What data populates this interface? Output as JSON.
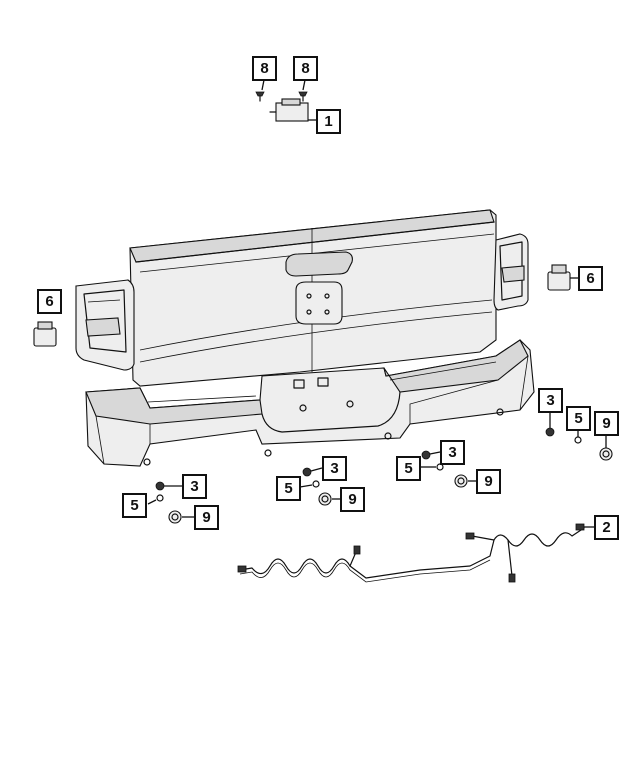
{
  "callouts": {
    "c1": "1",
    "c2": "2",
    "c3a": "3",
    "c3b": "3",
    "c3c": "3",
    "c3d": "3",
    "c5a": "5",
    "c5b": "5",
    "c5c": "5",
    "c5d": "5",
    "c6a": "6",
    "c6b": "6",
    "c8a": "8",
    "c8b": "8",
    "c9a": "9",
    "c9b": "9",
    "c9c": "9",
    "c9d": "9"
  }
}
